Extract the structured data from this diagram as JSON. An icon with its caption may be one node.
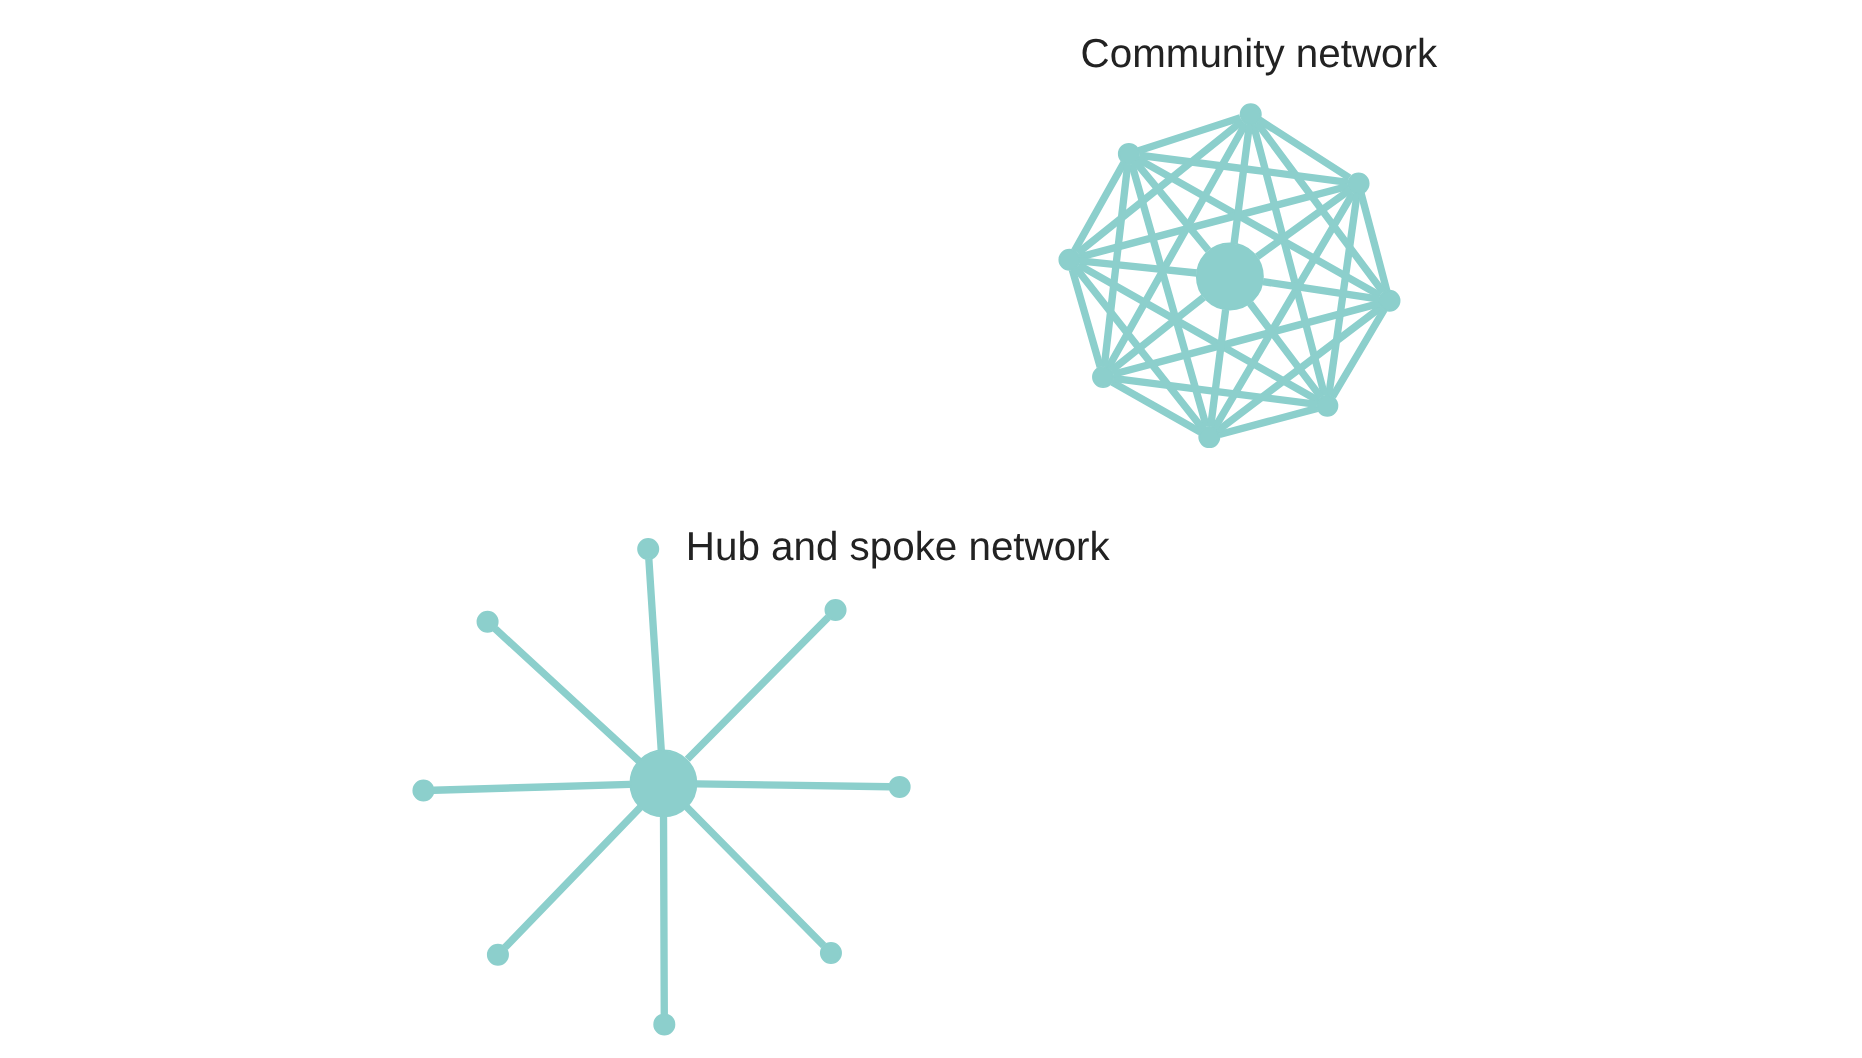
{
  "diagram": {
    "nodes": [
      {
        "text": [],
        "shape": "circle"
      },
      {
        "text": [],
        "shape": "circle"
      },
      {
        "text": [],
        "shape": "circle"
      },
      {
        "text": [],
        "shape": "circle"
      },
      {
        "text": [],
        "shape": "circle"
      },
      {
        "text": [],
        "shape": "circle"
      },
      {
        "text": [],
        "shape": "circle"
      },
      {
        "text": [],
        "shape": "circle"
      },
      {
        "text": [],
        "shape": "circle"
      },
      {
        "text": [],
        "shape": "circle"
      },
      {
        "text": [],
        "shape": "circle"
      },
      {
        "text": [],
        "shape": "circle"
      },
      {
        "text": [],
        "shape": "circle"
      },
      {
        "text": [],
        "shape": "circle"
      },
      {
        "text": [],
        "shape": "circle"
      },
      {
        "text": [],
        "shape": "circle"
      },
      {
        "text": [],
        "shape": "circle"
      },
      {
        "text": [],
        "shape": "circle"
      }
    ],
    "edges": [
      {
        "from": 0,
        "to": 1,
        "arrow": "none"
      },
      {
        "from": 0,
        "to": 2,
        "arrow": "none"
      },
      {
        "from": 0,
        "to": 3,
        "arrow": "none"
      },
      {
        "from": 0,
        "to": 4,
        "arrow": "none"
      },
      {
        "from": 0,
        "to": 5,
        "arrow": "none"
      },
      {
        "from": 0,
        "to": 6,
        "arrow": "none"
      },
      {
        "from": 0,
        "to": 7,
        "arrow": "none"
      },
      {
        "from": 0,
        "to": 8,
        "arrow": "none"
      },
      {
        "from": 9,
        "to": 10,
        "arrow": "none"
      },
      {
        "from": 10,
        "to": 11,
        "arrow": "none"
      },
      {
        "from": 11,
        "to": 12,
        "arrow": "none"
      },
      {
        "from": 12,
        "to": 13,
        "arrow": "none"
      },
      {
        "from": 13,
        "to": 14,
        "arrow": "none"
      },
      {
        "from": 14,
        "to": 15,
        "arrow": "none"
      },
      {
        "from": 15,
        "to": 16,
        "arrow": "none"
      },
      {
        "from": 16,
        "to": 9,
        "arrow": "none"
      },
      {
        "from": 9,
        "to": 11,
        "arrow": "none"
      },
      {
        "from": 10,
        "to": 12,
        "arrow": "none"
      },
      {
        "from": 11,
        "to": 13,
        "arrow": "none"
      },
      {
        "from": 12,
        "to": 14,
        "arrow": "none"
      },
      {
        "from": 13,
        "to": 15,
        "arrow": "none"
      },
      {
        "from": 14,
        "to": 16,
        "arrow": "none"
      },
      {
        "from": 15,
        "to": 9,
        "arrow": "none"
      },
      {
        "from": 16,
        "to": 10,
        "arrow": "none"
      },
      {
        "from": 9,
        "to": 12,
        "arrow": "none"
      },
      {
        "from": 10,
        "to": 13,
        "arrow": "none"
      },
      {
        "from": 11,
        "to": 14,
        "arrow": "none"
      },
      {
        "from": 12,
        "to": 15,
        "arrow": "none"
      },
      {
        "from": 13,
        "to": 16,
        "arrow": "none"
      },
      {
        "from": 14,
        "to": 9,
        "arrow": "none"
      },
      {
        "from": 15,
        "to": 10,
        "arrow": "none"
      },
      {
        "from": 16,
        "to": 11,
        "arrow": "none"
      },
      {
        "from": 17,
        "to": 9,
        "arrow": "none"
      },
      {
        "from": 17,
        "to": 10,
        "arrow": "none"
      },
      {
        "from": 17,
        "to": 11,
        "arrow": "none"
      },
      {
        "from": 17,
        "to": 12,
        "arrow": "none"
      },
      {
        "from": 17,
        "to": 13,
        "arrow": "none"
      },
      {
        "from": 17,
        "to": 14,
        "arrow": "none"
      },
      {
        "from": 17,
        "to": 15,
        "arrow": "none"
      },
      {
        "from": 17,
        "to": 16,
        "arrow": "none"
      }
    ],
    "labels": [
      "Hub and spoke network",
      "Community network"
    ]
  }
}
